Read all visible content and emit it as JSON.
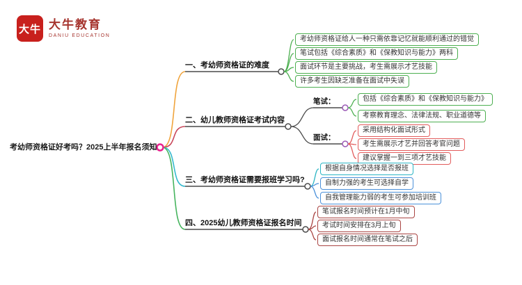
{
  "logo": {
    "icon_text": "大牛",
    "name": "大牛教育",
    "subtitle": "DANIU EDUCATION"
  },
  "center": {
    "title": "考幼师资格证好考吗？2025上半年报名须知"
  },
  "colors": {
    "brand": "#C8201D",
    "line": "#4a4a4a",
    "center_dot": "#E9238F",
    "sub_circle": "#9B59B6"
  },
  "branches": [
    {
      "label": "一、考幼师资格证的难度",
      "color": "#F0A43C",
      "leaves": [
        {
          "text": "考幼师资格证给人一种只需依靠记忆就能顺利通过的错觉",
          "color": "#4CAF50"
        },
        {
          "text": "笔试包括《综合素质》和《保教知识与能力》两科",
          "color": "#4CAF50"
        },
        {
          "text": "面试环节是主要挑战，考生需展示才艺技能",
          "color": "#4CAF50"
        },
        {
          "text": "许多考生因缺乏准备在面试中失误",
          "color": "#4CAF50"
        }
      ]
    },
    {
      "label": "二、幼儿教师资格证考试内容",
      "color": "#C9485B",
      "children": [
        {
          "label": "笔试：",
          "leaves": [
            {
              "text": "包括《综合素质》和《保教知识与能力》",
              "color": "#4CAF50"
            },
            {
              "text": "考察教育理念、法律法规、职业道德等",
              "color": "#4CAF50"
            }
          ]
        },
        {
          "label": "面试：",
          "leaves": [
            {
              "text": "采用结构化面试形式",
              "color": "#E25B5B"
            },
            {
              "text": "考生需展示才艺并回答考官问题",
              "color": "#E25B5B"
            },
            {
              "text": "建议掌握一到三项才艺技能",
              "color": "#E25B5B"
            }
          ]
        }
      ]
    },
    {
      "label": "三、考幼师资格证需要报班学习吗?",
      "color": "#35B9CE",
      "leaves": [
        {
          "text": "根据自身情况选择是否报班",
          "color": "#2BB5C4"
        },
        {
          "text": "自制力强的考生可选择自学",
          "color": "#4A90D9"
        },
        {
          "text": "自我管理能力弱的考生可参加培训班",
          "color": "#4A90D9"
        }
      ]
    },
    {
      "label": "四、2025幼儿教师资格证报名时间",
      "color": "#46B45E",
      "leaves": [
        {
          "text": "笔试报名时间预计在1月中旬",
          "color": "#A94442"
        },
        {
          "text": "考试时间安排在3月上旬",
          "color": "#A94442"
        },
        {
          "text": "面试报名时间通常在笔试之后",
          "color": "#A94442"
        }
      ]
    }
  ]
}
